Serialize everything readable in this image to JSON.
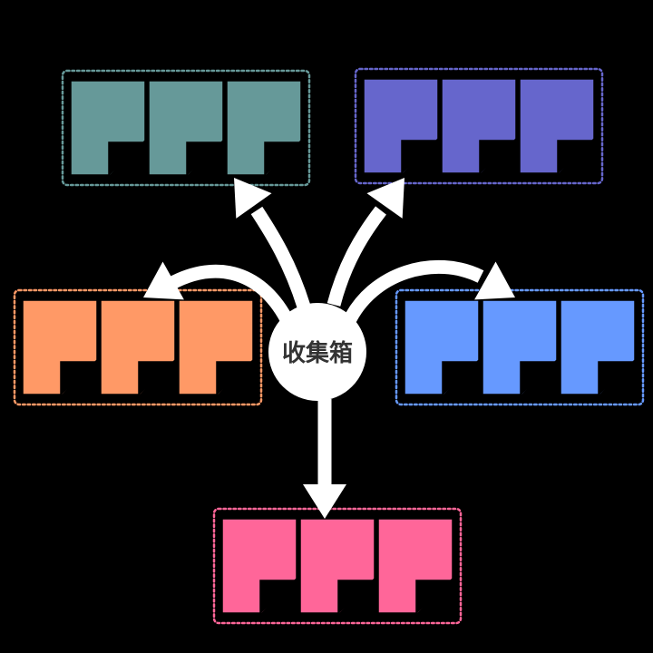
{
  "hub": {
    "label": "收集箱",
    "fill": "#ffffff",
    "text_color": "#333333"
  },
  "arrow_color": "#ffffff",
  "background": "#000000",
  "groups": [
    {
      "id": "teal",
      "fill": "#669999",
      "border": "#669999",
      "documents": 3
    },
    {
      "id": "purple",
      "fill": "#6666cc",
      "border": "#6666cc",
      "documents": 3
    },
    {
      "id": "orange",
      "fill": "#ff9966",
      "border": "#ff9966",
      "documents": 3
    },
    {
      "id": "blue",
      "fill": "#6699ff",
      "border": "#6699ff",
      "documents": 3
    },
    {
      "id": "pink",
      "fill": "#ff6699",
      "border": "#ff6699",
      "documents": 3
    }
  ]
}
